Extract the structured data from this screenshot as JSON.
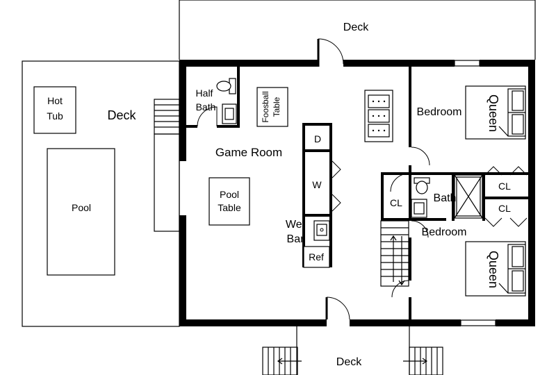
{
  "rooms": {
    "deck_top": "Deck",
    "deck_left": "Deck",
    "deck_bottom": "Deck",
    "hot_tub": [
      "Hot",
      "Tub"
    ],
    "pool": "Pool",
    "half_bath": [
      "Half",
      "Bath"
    ],
    "foosball": [
      "Foosball",
      "Table"
    ],
    "game_room": "Game Room",
    "pool_table": [
      "Pool",
      "Table"
    ],
    "dryer": "D",
    "washer": "W",
    "wet_bar": [
      "Wet",
      "Bar"
    ],
    "fridge": "Ref",
    "closet_center": "CL",
    "bath": "Bath",
    "closet_right_top": "CL",
    "closet_right_bottom": "CL",
    "bedroom_top": "Bedroom",
    "bedroom_bottom": "Bedroom",
    "bed_top": "Queen",
    "bed_bottom": "Queen"
  }
}
